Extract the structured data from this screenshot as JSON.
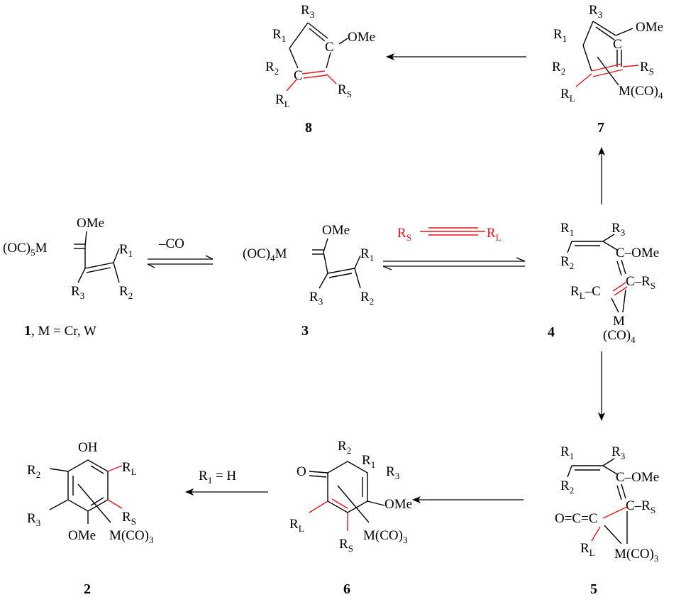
{
  "reagents": {
    "co_loss": "–CO",
    "alkyne": {
      "rs": "R",
      "rs_sub": "S",
      "rl": "R",
      "rl_sub": "L"
    },
    "r1h": "R",
    "r1h_sub": "1",
    "r1h_eq": " = H"
  },
  "compounds": {
    "c1": {
      "label": "1",
      "label_rest": ", M = Cr, W",
      "metal": "(OC)",
      "metal_sub": "5",
      "metal_m": "M",
      "ome": "OMe",
      "r1": "R",
      "r1_sub": "1",
      "r2": "R",
      "r2_sub": "2",
      "r3": "R",
      "r3_sub": "3"
    },
    "c3": {
      "label": "3",
      "metal": "(OC)",
      "metal_sub": "4",
      "metal_m": "M",
      "ome": "OMe",
      "r1": "R",
      "r1_sub": "1",
      "r2": "R",
      "r2_sub": "2",
      "r3": "R",
      "r3_sub": "3"
    },
    "c4": {
      "label": "4",
      "r1": "R",
      "r1_sub": "1",
      "r2": "R",
      "r2_sub": "2",
      "r3": "R",
      "r3_sub": "3",
      "c_ome": "C–OMe",
      "c_rs": "C–R",
      "rs_sub": "S",
      "rl_c": "R",
      "rl_sub": "L",
      "rl_c_tail": "–C",
      "m": "M",
      "co": "(CO)",
      "co_sub": "4"
    },
    "c5": {
      "label": "5",
      "r1": "R",
      "r1_sub": "1",
      "r2": "R",
      "r2_sub": "2",
      "r3": "R",
      "r3_sub": "3",
      "c_ome": "C–OMe",
      "c_rs": "C–R",
      "rs_sub": "S",
      "oc": "O=C=C",
      "rl": "R",
      "rl_sub": "L",
      "m": "M(CO)",
      "m_sub": "3"
    },
    "c6": {
      "label": "6",
      "o": "O",
      "r1": "R",
      "r1_sub": "1",
      "r2": "R",
      "r2_sub": "2",
      "r3": "R",
      "r3_sub": "3",
      "ome": "OMe",
      "rl": "R",
      "rl_sub": "L",
      "rs": "R",
      "rs_sub": "S",
      "m": "M(CO)",
      "m_sub": "3"
    },
    "c2": {
      "label": "2",
      "oh": "OH",
      "r2": "R",
      "r2_sub": "2",
      "r3": "R",
      "r3_sub": "3",
      "ome": "OMe",
      "rl": "R",
      "rl_sub": "L",
      "rs": "R",
      "rs_sub": "S",
      "m": "M(CO)",
      "m_sub": "3"
    },
    "c7": {
      "label": "7",
      "r1": "R",
      "r1_sub": "1",
      "r2": "R",
      "r2_sub": "2",
      "r3": "R",
      "r3_sub": "3",
      "ome": "OMe",
      "c": "C",
      "rs": "R",
      "rs_sub": "S",
      "rl": "R",
      "rl_sub": "L",
      "m": "M(CO)",
      "m_sub": "4"
    },
    "c8": {
      "label": "8",
      "r1": "R",
      "r1_sub": "1",
      "r2": "R",
      "r2_sub": "2",
      "r3": "R",
      "r3_sub": "3",
      "ome": "OMe",
      "c_top": "C",
      "c_red": "C",
      "rs": "R",
      "rs_sub": "S",
      "rl": "R",
      "rl_sub": "L"
    }
  },
  "colors": {
    "accent": "#e8141c",
    "ink": "#000000"
  }
}
